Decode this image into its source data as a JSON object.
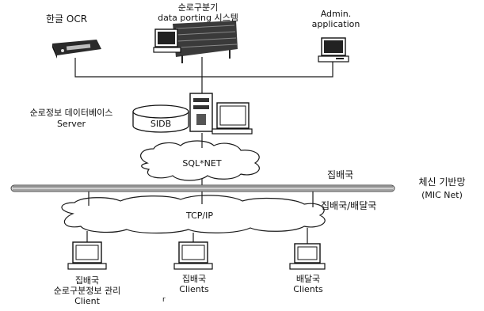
{
  "devices": {
    "ocr": "한글 OCR",
    "sorter_line1": "순로구분기",
    "sorter_line2": "data porting 시스템",
    "admin_line1": "Admin.",
    "admin_line2": "application"
  },
  "database": {
    "server_line1": "순로정보 데이터베이스",
    "server_line2": "Server",
    "disk_label": "SIDB"
  },
  "networks": {
    "sql_net": "SQL*NET",
    "tcp_ip": "TCP/IP",
    "backbone_office": "집배국",
    "backbone_name": "체신 기반망",
    "backbone_sub": "(MIC Net)",
    "lan_label": "집배국/배달국"
  },
  "clients": [
    {
      "line1": "집배국",
      "line2": "순로구분정보 관리",
      "line3": "Client"
    },
    {
      "line1": "집배국",
      "line2": "Clients"
    },
    {
      "line1": "배달국",
      "line2": "Clients"
    }
  ],
  "stray_mark": "r",
  "colors": {
    "ink": "#1a1a1a",
    "pipe_dark": "#555555",
    "pipe_light": "#cfcfcf"
  }
}
